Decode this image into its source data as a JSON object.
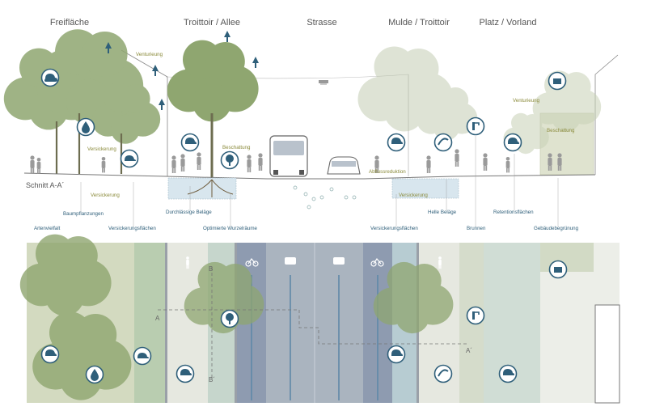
{
  "section": {
    "zones": [
      "Freifläche",
      "Troittoir / Allee",
      "Strasse",
      "Mulde / Troittoir",
      "Platz / Vorland"
    ],
    "title": "Schnitt A-A´",
    "labels": {
      "venturi_left": "Venturieung",
      "venturi_right": "Venturieung",
      "versickerung_left": "Versickerung",
      "versickerung_right": "Versickerung",
      "beschattung_tree": "Beschattung",
      "beschattung_wall": "Beschattung",
      "abflussreduktion": "Abflussreduktion",
      "baumpflanzungen": "Baumpflanzungen",
      "durchlaessige_belaege": "Durchlässige Beläge",
      "helle_belaege": "Helle Beläge",
      "retentionsflaechen": "Retentionsflächen",
      "artenvielfalt": "Artenvielfalt",
      "versickerungsflaechen_left": "Versickerungsflächen",
      "optimierte_wurzelraeume": "Optimierte Wurzelräume",
      "versickerungsflaechen_right": "Versickerungsflächen",
      "brunnen": "Brunnen",
      "gebaeudebegruenung": "Gebäudebegrünung"
    }
  },
  "plan": {
    "marker_a": "A",
    "marker_a_prime": "A´",
    "marker_b": "B",
    "marker_b_prime": "B´"
  },
  "colors": {
    "icon_blue": "#2f5f7a",
    "tree_green": "#8fa670",
    "meadow": "#d3dac0",
    "road": "#aab4bf",
    "bike_lane": "#8e9bb0",
    "olive_text": "#8a8a3a"
  },
  "icons": [
    "rain-cloud-icon",
    "water-drop-icon",
    "tree-icon",
    "butterfly-icon",
    "fountain-icon",
    "cloud-icon",
    "bird-icon",
    "bicycle-icon",
    "car-icon",
    "pedestrian-icon",
    "arrow-up-icon"
  ]
}
